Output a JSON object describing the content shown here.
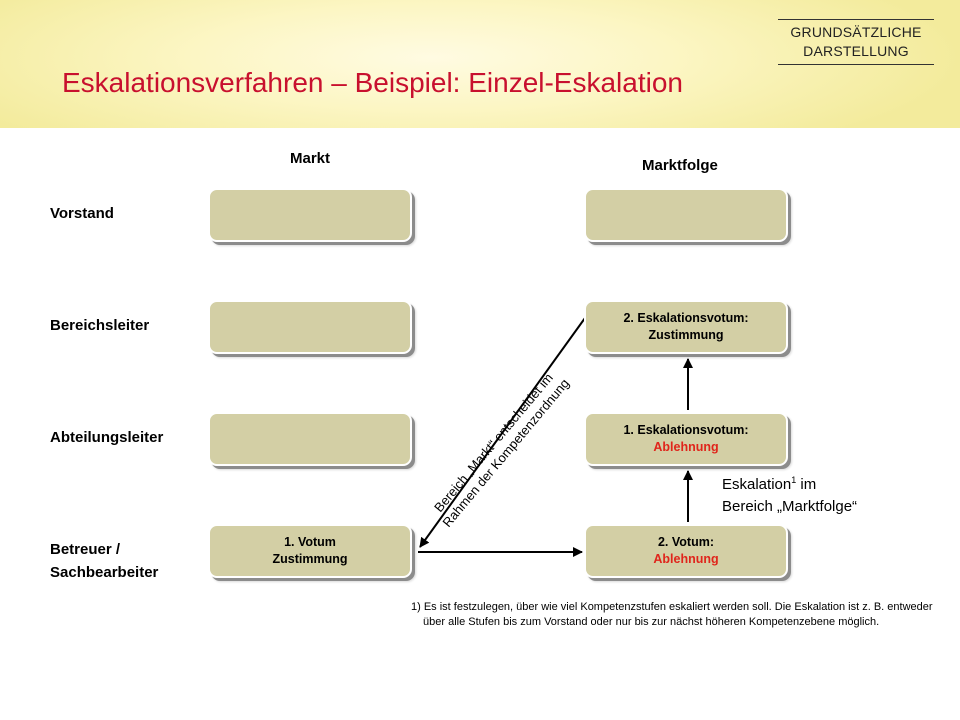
{
  "header": {
    "badge_line1": "GRUNDSÄTZLICHE",
    "badge_line2": "DARSTELLUNG",
    "title": "Eskalationsverfahren – Beispiel: Einzel-Eskalation",
    "title_color": "#c8102e"
  },
  "columns": {
    "markt": "Markt",
    "marktfolge": "Marktfolge"
  },
  "rows": {
    "vorstand": "Vorstand",
    "bereichsleiter": "Bereichsleiter",
    "abteilungsleiter": "Abteilungsleiter",
    "betreuer_line1": "Betreuer /",
    "betreuer_line2": "Sachbearbeiter"
  },
  "boxes": {
    "markt_votum": {
      "line1": "1. Votum",
      "line2": "Zustimmung"
    },
    "marktfolge_votum": {
      "line1": "2. Votum:",
      "line2": "Ablehnung"
    },
    "esk_votum_1": {
      "line1": "1. Eskalationsvotum:",
      "line2": "Ablehnung"
    },
    "esk_votum_2": {
      "line1": "2. Eskalationsvotum:",
      "line2": "Zustimmung"
    }
  },
  "colors": {
    "box_fill": "#d3cfa5",
    "highlight_red": "#e0251b"
  },
  "diagonal_note": {
    "line1": "Bereich „Markt“ entscheidet im",
    "line2": "Rahmen der Kompetenzordnung"
  },
  "escalation_note": {
    "prefix": "Eskalation",
    "superscript": "1",
    "suffix": " im",
    "line2": "Bereich „Marktfolge“"
  },
  "footnote": "1) Es ist festzulegen, über wie viel Kompetenzstufen eskaliert werden soll.  Die Eskalation ist z. B. entweder über alle Stufen bis zum Vorstand oder nur bis  zur nächst höheren Kompetenzebene möglich."
}
